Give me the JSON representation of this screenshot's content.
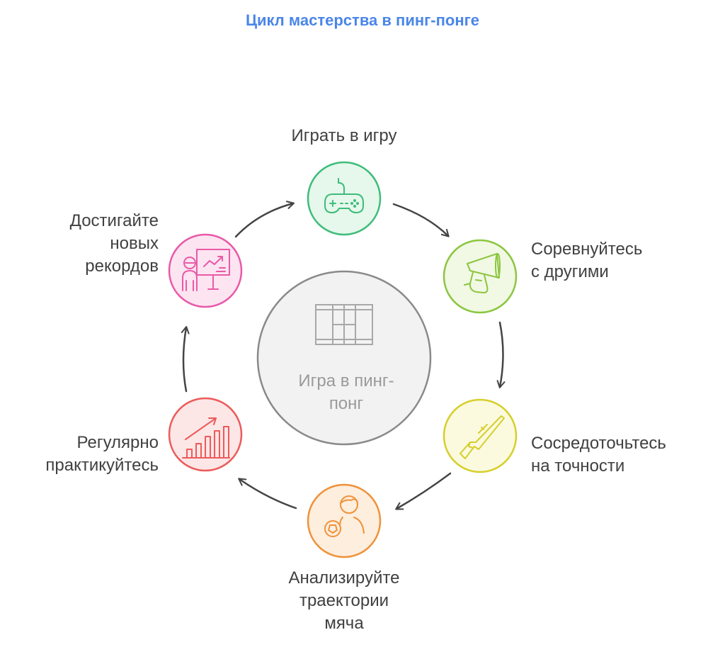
{
  "title": "Цикл мастерства в пинг-понге",
  "center": {
    "lines": [
      "Игра в пинг-",
      "понг"
    ],
    "icon": "table-tennis-table-icon"
  },
  "steps": [
    {
      "lines": [
        "Играть в игру"
      ],
      "icon": "gamepad-icon",
      "color": "#3dbd7a",
      "fill": "#e6f7ec"
    },
    {
      "lines": [
        "Соревнуйтесь",
        "с другими"
      ],
      "icon": "megaphone-icon",
      "color": "#8cc63f",
      "fill": "#f1f8e4"
    },
    {
      "lines": [
        "Сосредоточьтесь",
        "на точности"
      ],
      "icon": "rifle-icon",
      "color": "#d6cf2c",
      "fill": "#fbfadf"
    },
    {
      "lines": [
        "Анализируйте",
        "траектории",
        "мяча"
      ],
      "icon": "boy-with-ball-icon",
      "color": "#f0923a",
      "fill": "#fdeede"
    },
    {
      "lines": [
        "Регулярно",
        "практикуйтесь"
      ],
      "icon": "growth-chart-icon",
      "color": "#ec5b5b",
      "fill": "#fde6e6"
    },
    {
      "lines": [
        "Достигайте",
        "новых",
        "рекордов"
      ],
      "icon": "presenter-chart-icon",
      "color": "#e85aa8",
      "fill": "#fce4f1"
    }
  ]
}
